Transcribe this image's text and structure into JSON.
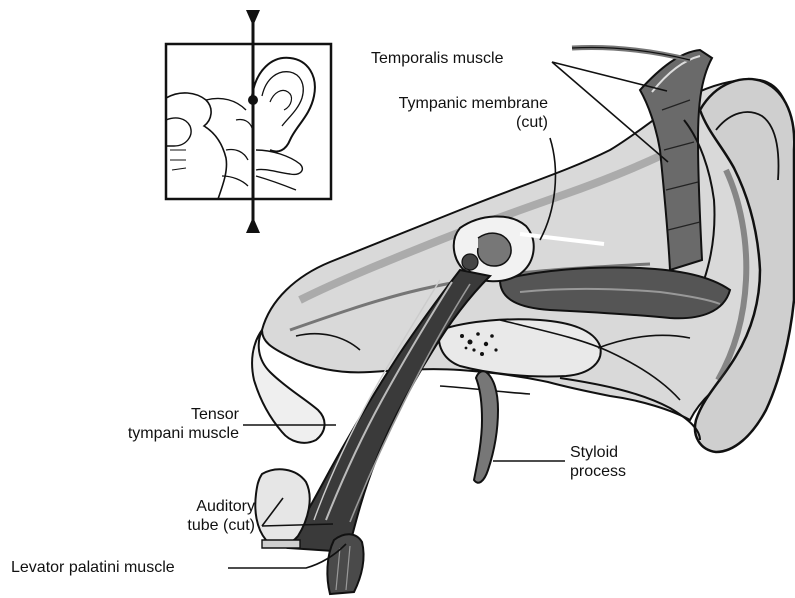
{
  "labels": {
    "temporalis": "Temporalis muscle",
    "tympanic_line1": "Tympanic membrane",
    "tympanic_line2": "(cut)",
    "tensor_line1": "Tensor",
    "tensor_line2": "tympani muscle",
    "styloid_line1": "Styloid",
    "styloid_line2": "process",
    "auditory_line1": "Auditory",
    "auditory_line2": "tube (cut)",
    "levator": "Levator palatini muscle"
  },
  "colors": {
    "ink": "#111111",
    "shade_dark": "#2a2a2a",
    "shade_mid": "#8a8a8a",
    "shade_light": "#d4d4d4",
    "paper": "#ffffff"
  }
}
